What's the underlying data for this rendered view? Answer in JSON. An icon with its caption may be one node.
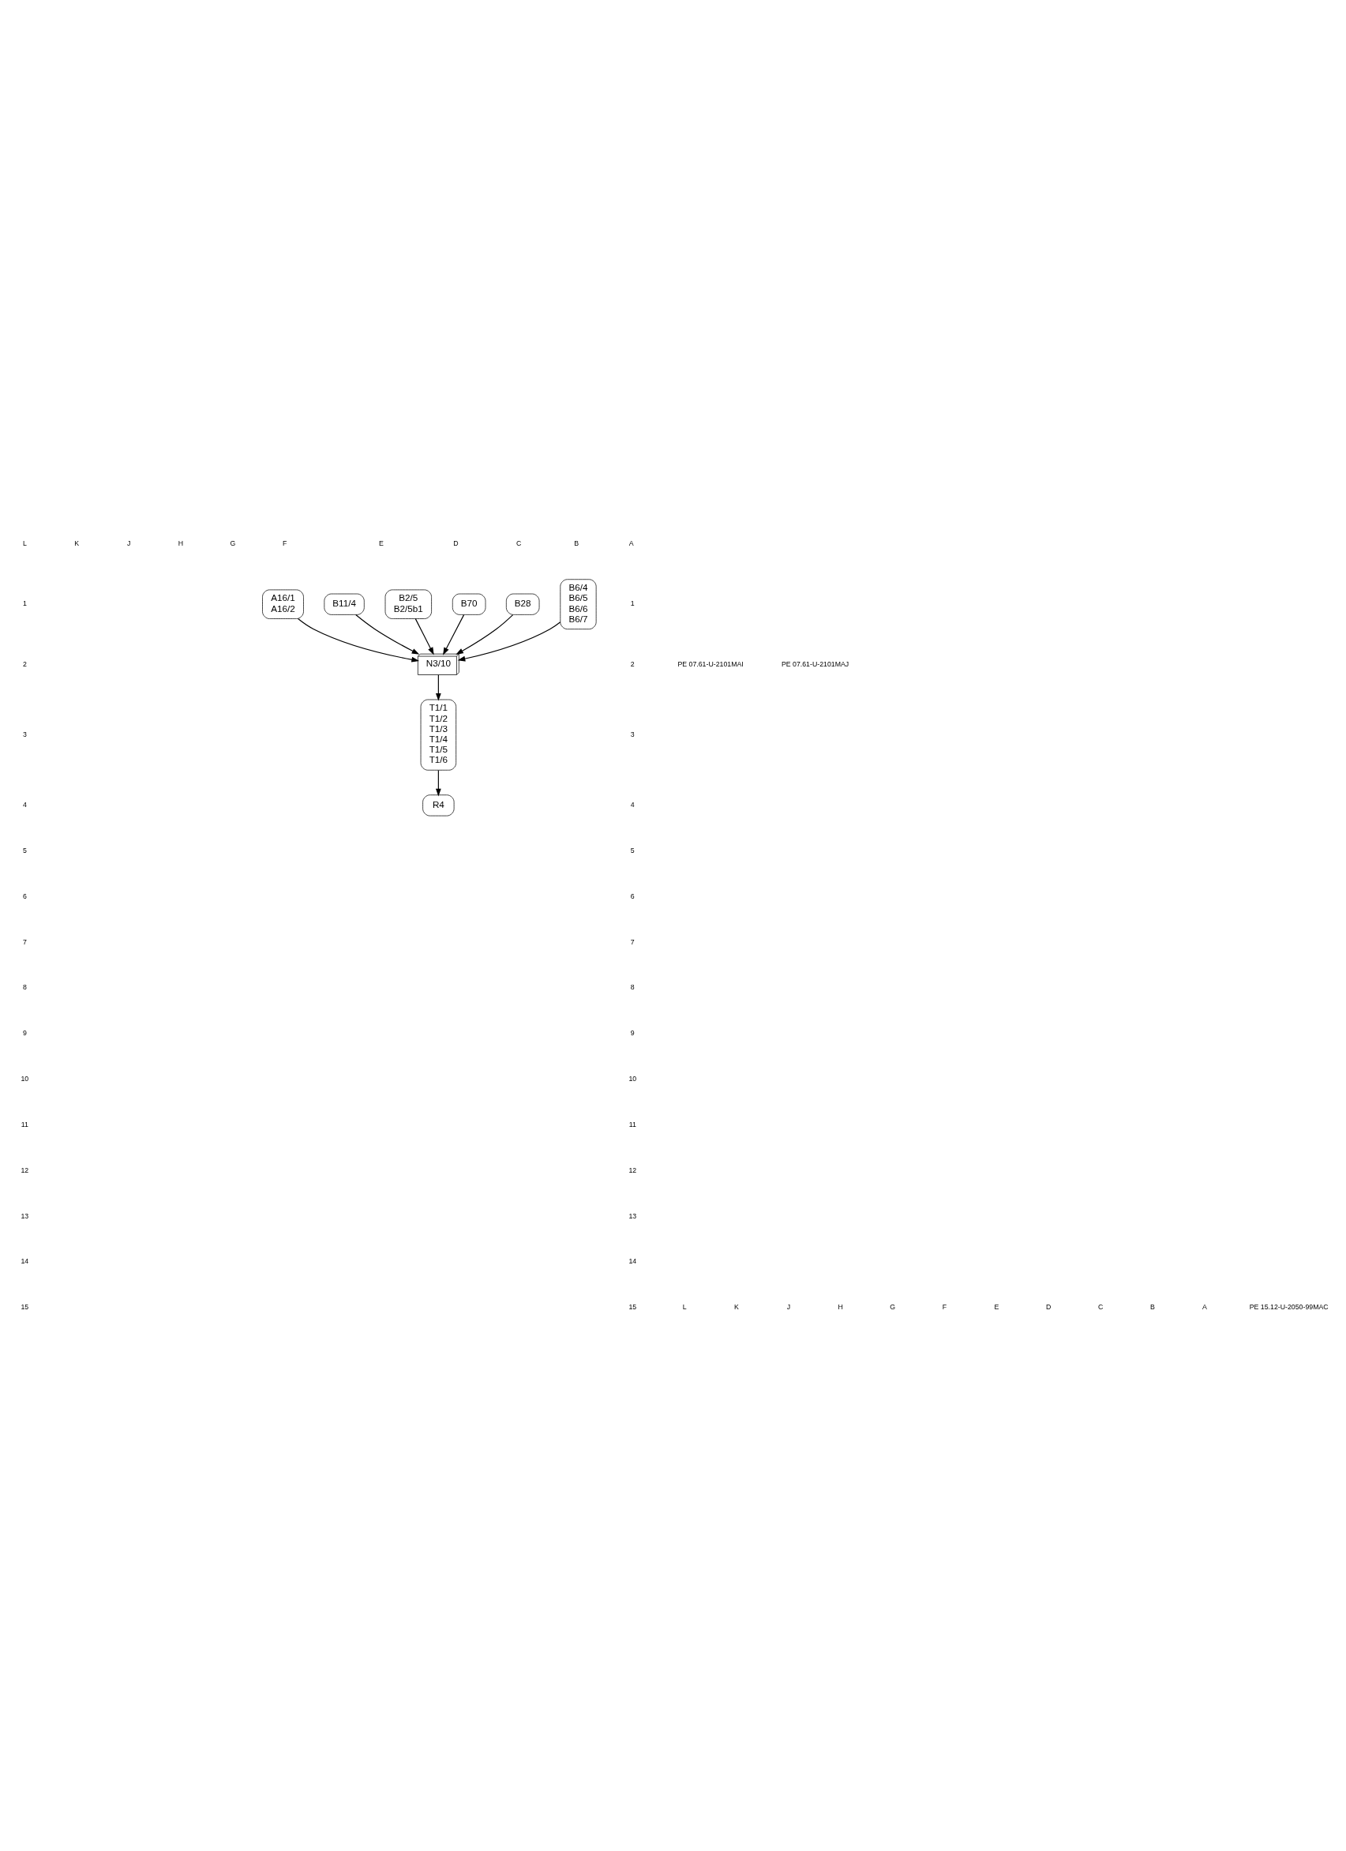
{
  "diagram": {
    "nodes": [
      {
        "text": [
          "N3/10"
        ]
      },
      {
        "text": [
          "A16/1",
          "A16/2"
        ]
      },
      {
        "text": [
          "B11/4"
        ]
      },
      {
        "text": [
          "B2/5",
          "B2/5b1"
        ]
      },
      {
        "text": [
          "B70"
        ]
      },
      {
        "text": [
          "B28"
        ]
      },
      {
        "text": [
          "B6/4",
          "B6/5",
          "B6/6",
          "B6/7"
        ]
      },
      {
        "text": [
          "T1/1",
          "T1/2",
          "T1/3",
          "T1/4",
          "T1/5",
          "T1/6"
        ]
      },
      {
        "text": [
          "R4"
        ]
      }
    ],
    "edges": [
      {
        "from": 1,
        "to": 0,
        "arrow": "to"
      },
      {
        "from": 2,
        "to": 0,
        "arrow": "to"
      },
      {
        "from": 3,
        "to": 0,
        "arrow": "to"
      },
      {
        "from": 4,
        "to": 0,
        "arrow": "to"
      },
      {
        "from": 5,
        "to": 0,
        "arrow": "to"
      },
      {
        "from": 6,
        "to": 0,
        "arrow": "to"
      },
      {
        "from": 0,
        "to": 7,
        "arrow": "to"
      },
      {
        "from": 7,
        "to": 8,
        "arrow": "to"
      }
    ],
    "labels": [
      "L",
      "K",
      "J",
      "H",
      "G",
      "F",
      "E",
      "D",
      "C",
      "B",
      "A",
      "1",
      "2",
      "3",
      "4",
      "5",
      "6",
      "7",
      "8",
      "9",
      "10",
      "11",
      "12",
      "13",
      "14",
      "15",
      "1",
      "2",
      "3",
      "4",
      "5",
      "6",
      "7",
      "8",
      "9",
      "10",
      "11",
      "12",
      "13",
      "14",
      "15",
      "PE 07.61-U-2101MAI",
      "PE 07.61-U-2101MAJ",
      "L",
      "K",
      "J",
      "H",
      "G",
      "F",
      "E",
      "D",
      "C",
      "B",
      "A",
      "PE 15.12-U-2050-99MAC"
    ]
  }
}
